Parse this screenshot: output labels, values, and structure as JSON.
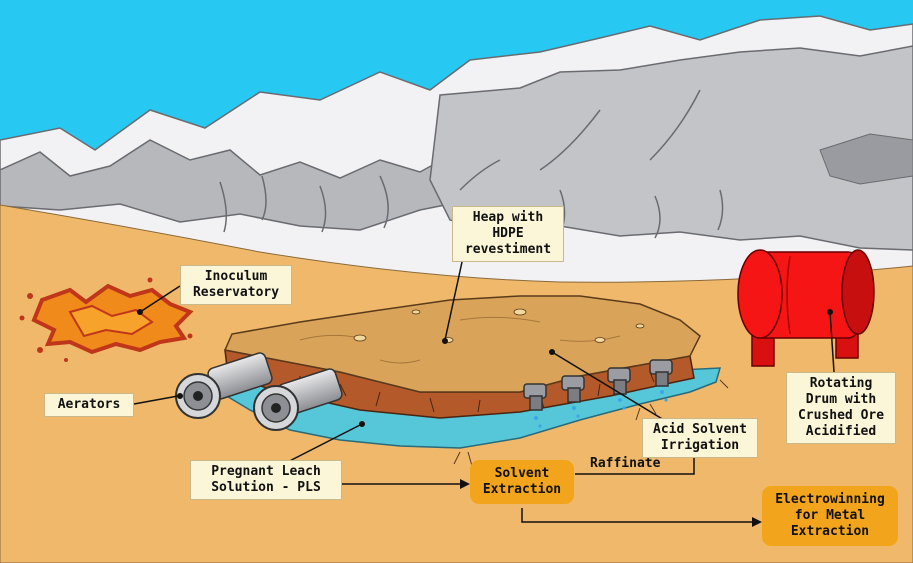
{
  "labels": {
    "heap": [
      "Heap with",
      "HDPE",
      "revestiment"
    ],
    "inoculum": [
      "Inoculum",
      "Reservatory"
    ],
    "aerators": "Aerators",
    "pls": [
      "Pregnant Leach",
      "Solution - PLS"
    ],
    "solvent_extraction": [
      "Solvent",
      "Extraction"
    ],
    "raffinate": "Raffinate",
    "acid_irrigation": [
      "Acid Solvent",
      "Irrigation"
    ],
    "drum": [
      "Rotating",
      "Drum with",
      "Crushed Ore",
      "Acidified"
    ],
    "electrowinning": [
      "Electrowinning",
      "for Metal",
      "Extraction"
    ]
  },
  "colors": {
    "sky": "#27c8f2",
    "ground": "#f0b86a",
    "mountain_snow": "#f2f2f4",
    "mountain_rock": "#b7b8bc",
    "heap_top": "#d9a45a",
    "heap_side": "#b4592a",
    "pls_pool": "#56c7d8",
    "drum_red": "#f51515",
    "process_box": "#f2a51c",
    "label_bg": "#fbf6d8",
    "inoculum_fill": "#f08a1a",
    "inoculum_edge": "#c0361a"
  }
}
